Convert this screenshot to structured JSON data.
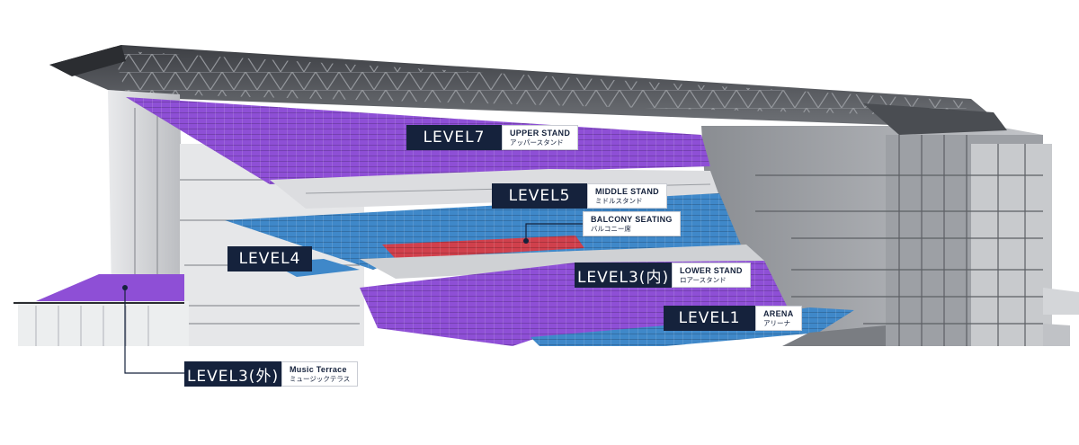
{
  "levels": [
    {
      "id": "level7",
      "label": "LEVEL7",
      "en": "UPPER STAND",
      "jp": "アッパースタンド"
    },
    {
      "id": "level5",
      "label": "LEVEL5",
      "en": "MIDDLE STAND",
      "jp": "ミドルスタンド"
    },
    {
      "id": "balcony",
      "label": "",
      "en": "BALCONY SEATING",
      "jp": "バルコニー席"
    },
    {
      "id": "level4",
      "label": "LEVEL4",
      "en": "",
      "jp": ""
    },
    {
      "id": "level3in",
      "label": "LEVEL3(内)",
      "en": "LOWER STAND",
      "jp": "ロアースタンド"
    },
    {
      "id": "level1",
      "label": "LEVEL1",
      "en": "ARENA",
      "jp": "アリーナ"
    },
    {
      "id": "level3out",
      "label": "LEVEL3(外)",
      "en": "Music Terrace",
      "jp": "ミュージックテラス"
    }
  ],
  "colors": {
    "purple": "#8e4fd6",
    "blue": "#3f88c9",
    "red": "#d0404c",
    "navy": "#15223c",
    "structure": "#6b6e74"
  }
}
